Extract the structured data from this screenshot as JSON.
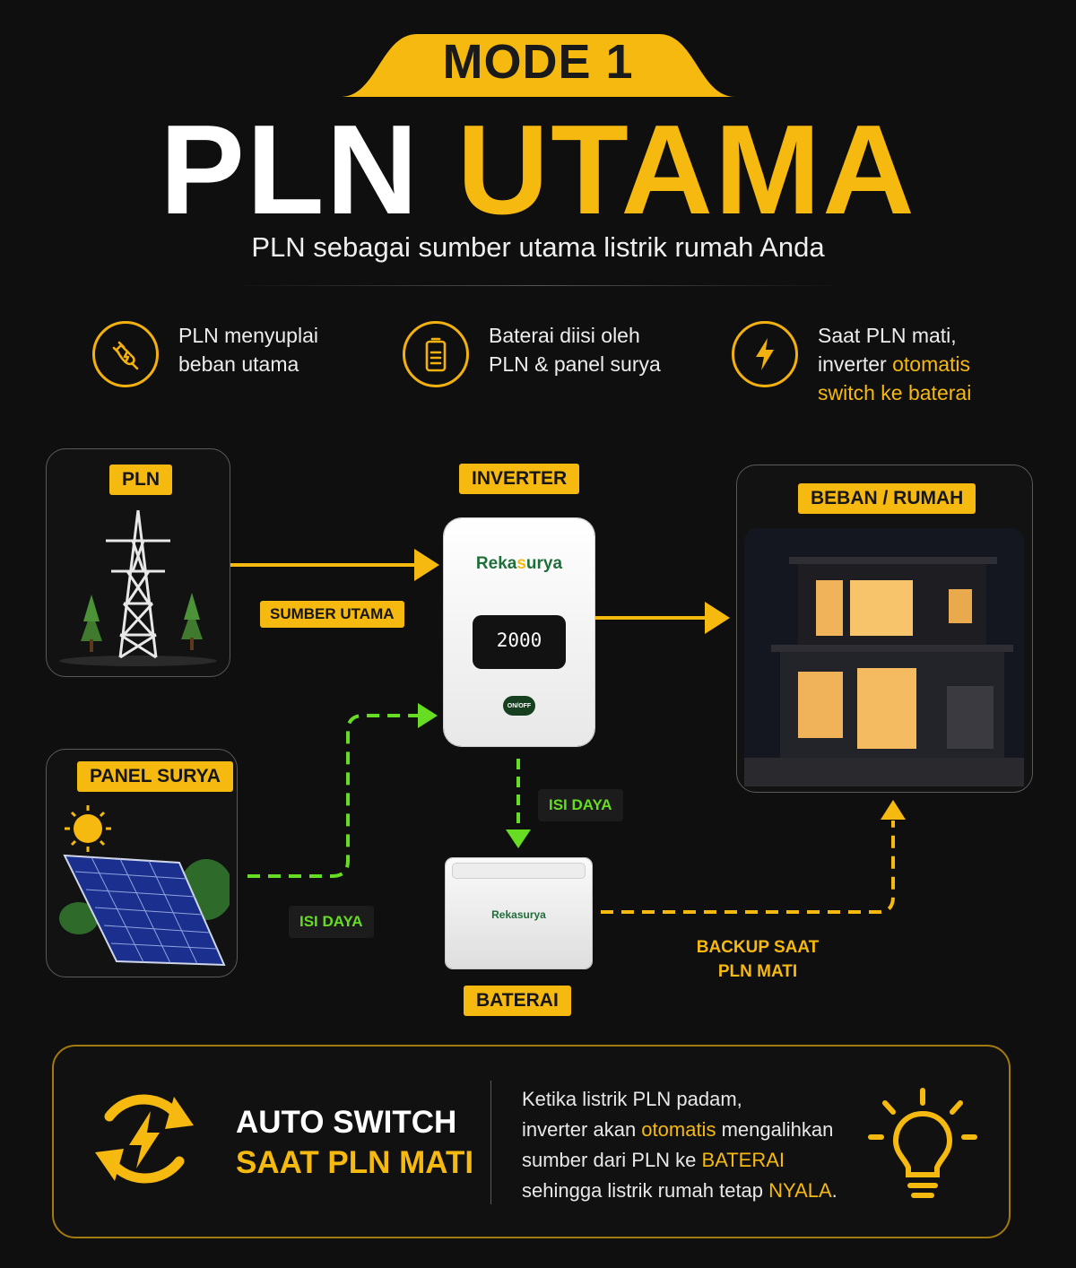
{
  "header": {
    "mode_badge": "MODE 1",
    "title_white": "PLN",
    "title_yellow": "UTAMA",
    "subtitle": "PLN sebagai sumber utama listrik rumah Anda"
  },
  "features": [
    {
      "icon": "plug-icon",
      "line1": "PLN menyuplai",
      "line2": "beban utama"
    },
    {
      "icon": "battery-icon",
      "line1": "Baterai diisi oleh",
      "line2": "PLN & panel surya"
    },
    {
      "icon": "lightning-icon",
      "line1": "Saat PLN mati,",
      "line2_pre": "inverter ",
      "line2_hl": "otomatis",
      "line3_hl": "switch ke baterai"
    }
  ],
  "diagram": {
    "pln_tag": "PLN",
    "inverter_tag": "INVERTER",
    "load_tag": "BEBAN / RUMAH",
    "solar_tag": "PANEL SURYA",
    "battery_tag": "BATERAI",
    "inverter_brand_pre": "Reka",
    "inverter_brand_hl": "s",
    "inverter_brand_post": "urya",
    "inverter_display": "2000",
    "inverter_button": "ON/OFF",
    "battery_brand": "Rekasurya",
    "flow_pln_label": "SUMBER UTAMA",
    "flow_solar_label": "ISI DAYA",
    "flow_battery_label": "ISI DAYA",
    "flow_backup_line1": "BACKUP SAAT",
    "flow_backup_line2": "PLN MATI"
  },
  "bottom": {
    "auto_line1": "AUTO SWITCH",
    "auto_line2": "SAAT PLN MATI",
    "desc_l1": "Ketika listrik PLN padam,",
    "desc_l2_pre": "inverter akan ",
    "desc_l2_hl": "otomatis",
    "desc_l2_post": " mengalihkan",
    "desc_l3_pre": "sumber dari PLN ke ",
    "desc_l3_hl": "BATERAI",
    "desc_l4_pre": "sehingga listrik rumah tetap ",
    "desc_l4_hl": "NYALA",
    "desc_l4_post": "."
  },
  "colors": {
    "accent_yellow": "#f6b90f",
    "flow_green": "#66dd22",
    "background": "#0f0f10"
  }
}
